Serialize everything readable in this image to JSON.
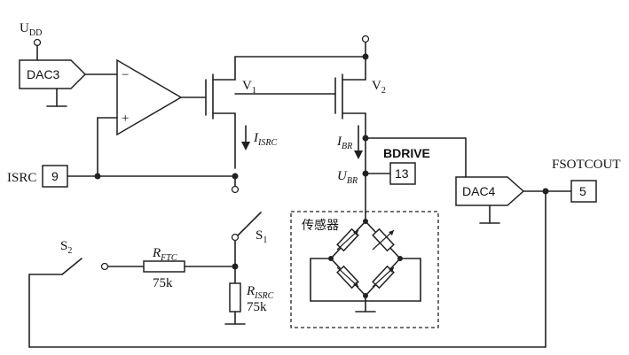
{
  "labels": {
    "udd": "U",
    "udd_sub": "DD",
    "dac3": "DAC3",
    "dac4": "DAC4",
    "v1": "V",
    "v1_sub": "1",
    "v2": "V",
    "v2_sub": "2",
    "isrc_current": "I",
    "isrc_current_sub": "ISRC",
    "ibr": "I",
    "ibr_sub": "BR",
    "ubr": "U",
    "ubr_sub": "BR",
    "bdrive": "BDRIVE",
    "pin13": "13",
    "isrc_pin_label": "ISRC",
    "pin9": "9",
    "fsotcout": "FSOTCOUT",
    "pin5": "5",
    "sensor": "传感器",
    "s1": "S",
    "s1_sub": "1",
    "s2": "S",
    "s2_sub": "2",
    "rftc": "R",
    "rftc_sub": "FTC",
    "rftc_value": "75k",
    "risrc": "R",
    "risrc_sub": "ISRC",
    "risrc_value": "75k",
    "opamp_minus": "−",
    "opamp_plus": "+"
  }
}
